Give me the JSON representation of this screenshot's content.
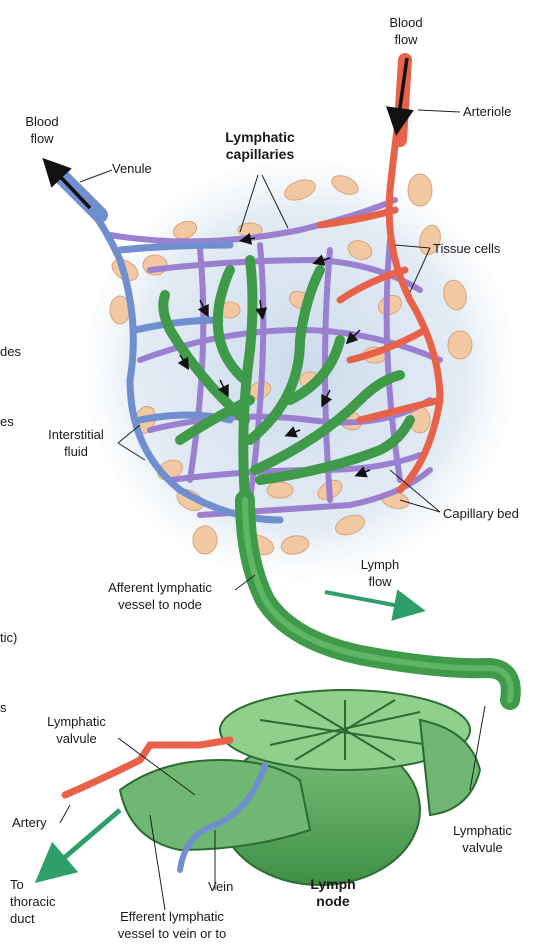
{
  "labels": {
    "blood_flow_top": "Blood\nflow",
    "arteriole": "Arteriole",
    "blood_flow_left": "Blood\nflow",
    "venule": "Venule",
    "lymphatic_capillaries": "Lymphatic\ncapillaries",
    "tissue_cells": "Tissue cells",
    "interstitial_fluid": "Interstitial\nfluid",
    "capillary_bed": "Capillary bed",
    "lymph_flow": "Lymph\nflow",
    "afferent_vessel": "Afferent lymphatic\nvessel to node",
    "lymphatic_valvule_left": "Lymphatic\nvalvule",
    "lymphatic_valvule_right": "Lymphatic\nvalvule",
    "artery": "Artery",
    "to_thoracic_duct": "To\nthoracic\nduct",
    "vein": "Vein",
    "lymph_node": "Lymph\nnode",
    "efferent_vessel": "Efferent lymphatic\nvessel to vein or to"
  },
  "cropped_fragments": {
    "a": "des",
    "b": "es",
    "c": "tic)",
    "d": "s"
  },
  "colors": {
    "artery_red": "#e8624a",
    "vein_blue": "#6f8fcf",
    "capillary_purple": "#9b7fd0",
    "lymph_green": "#3f9a4a",
    "tissue_cell": "#f3c9a3",
    "interstitial_bg": "#c9d9ea",
    "arrow_green": "#2e9e6a"
  }
}
